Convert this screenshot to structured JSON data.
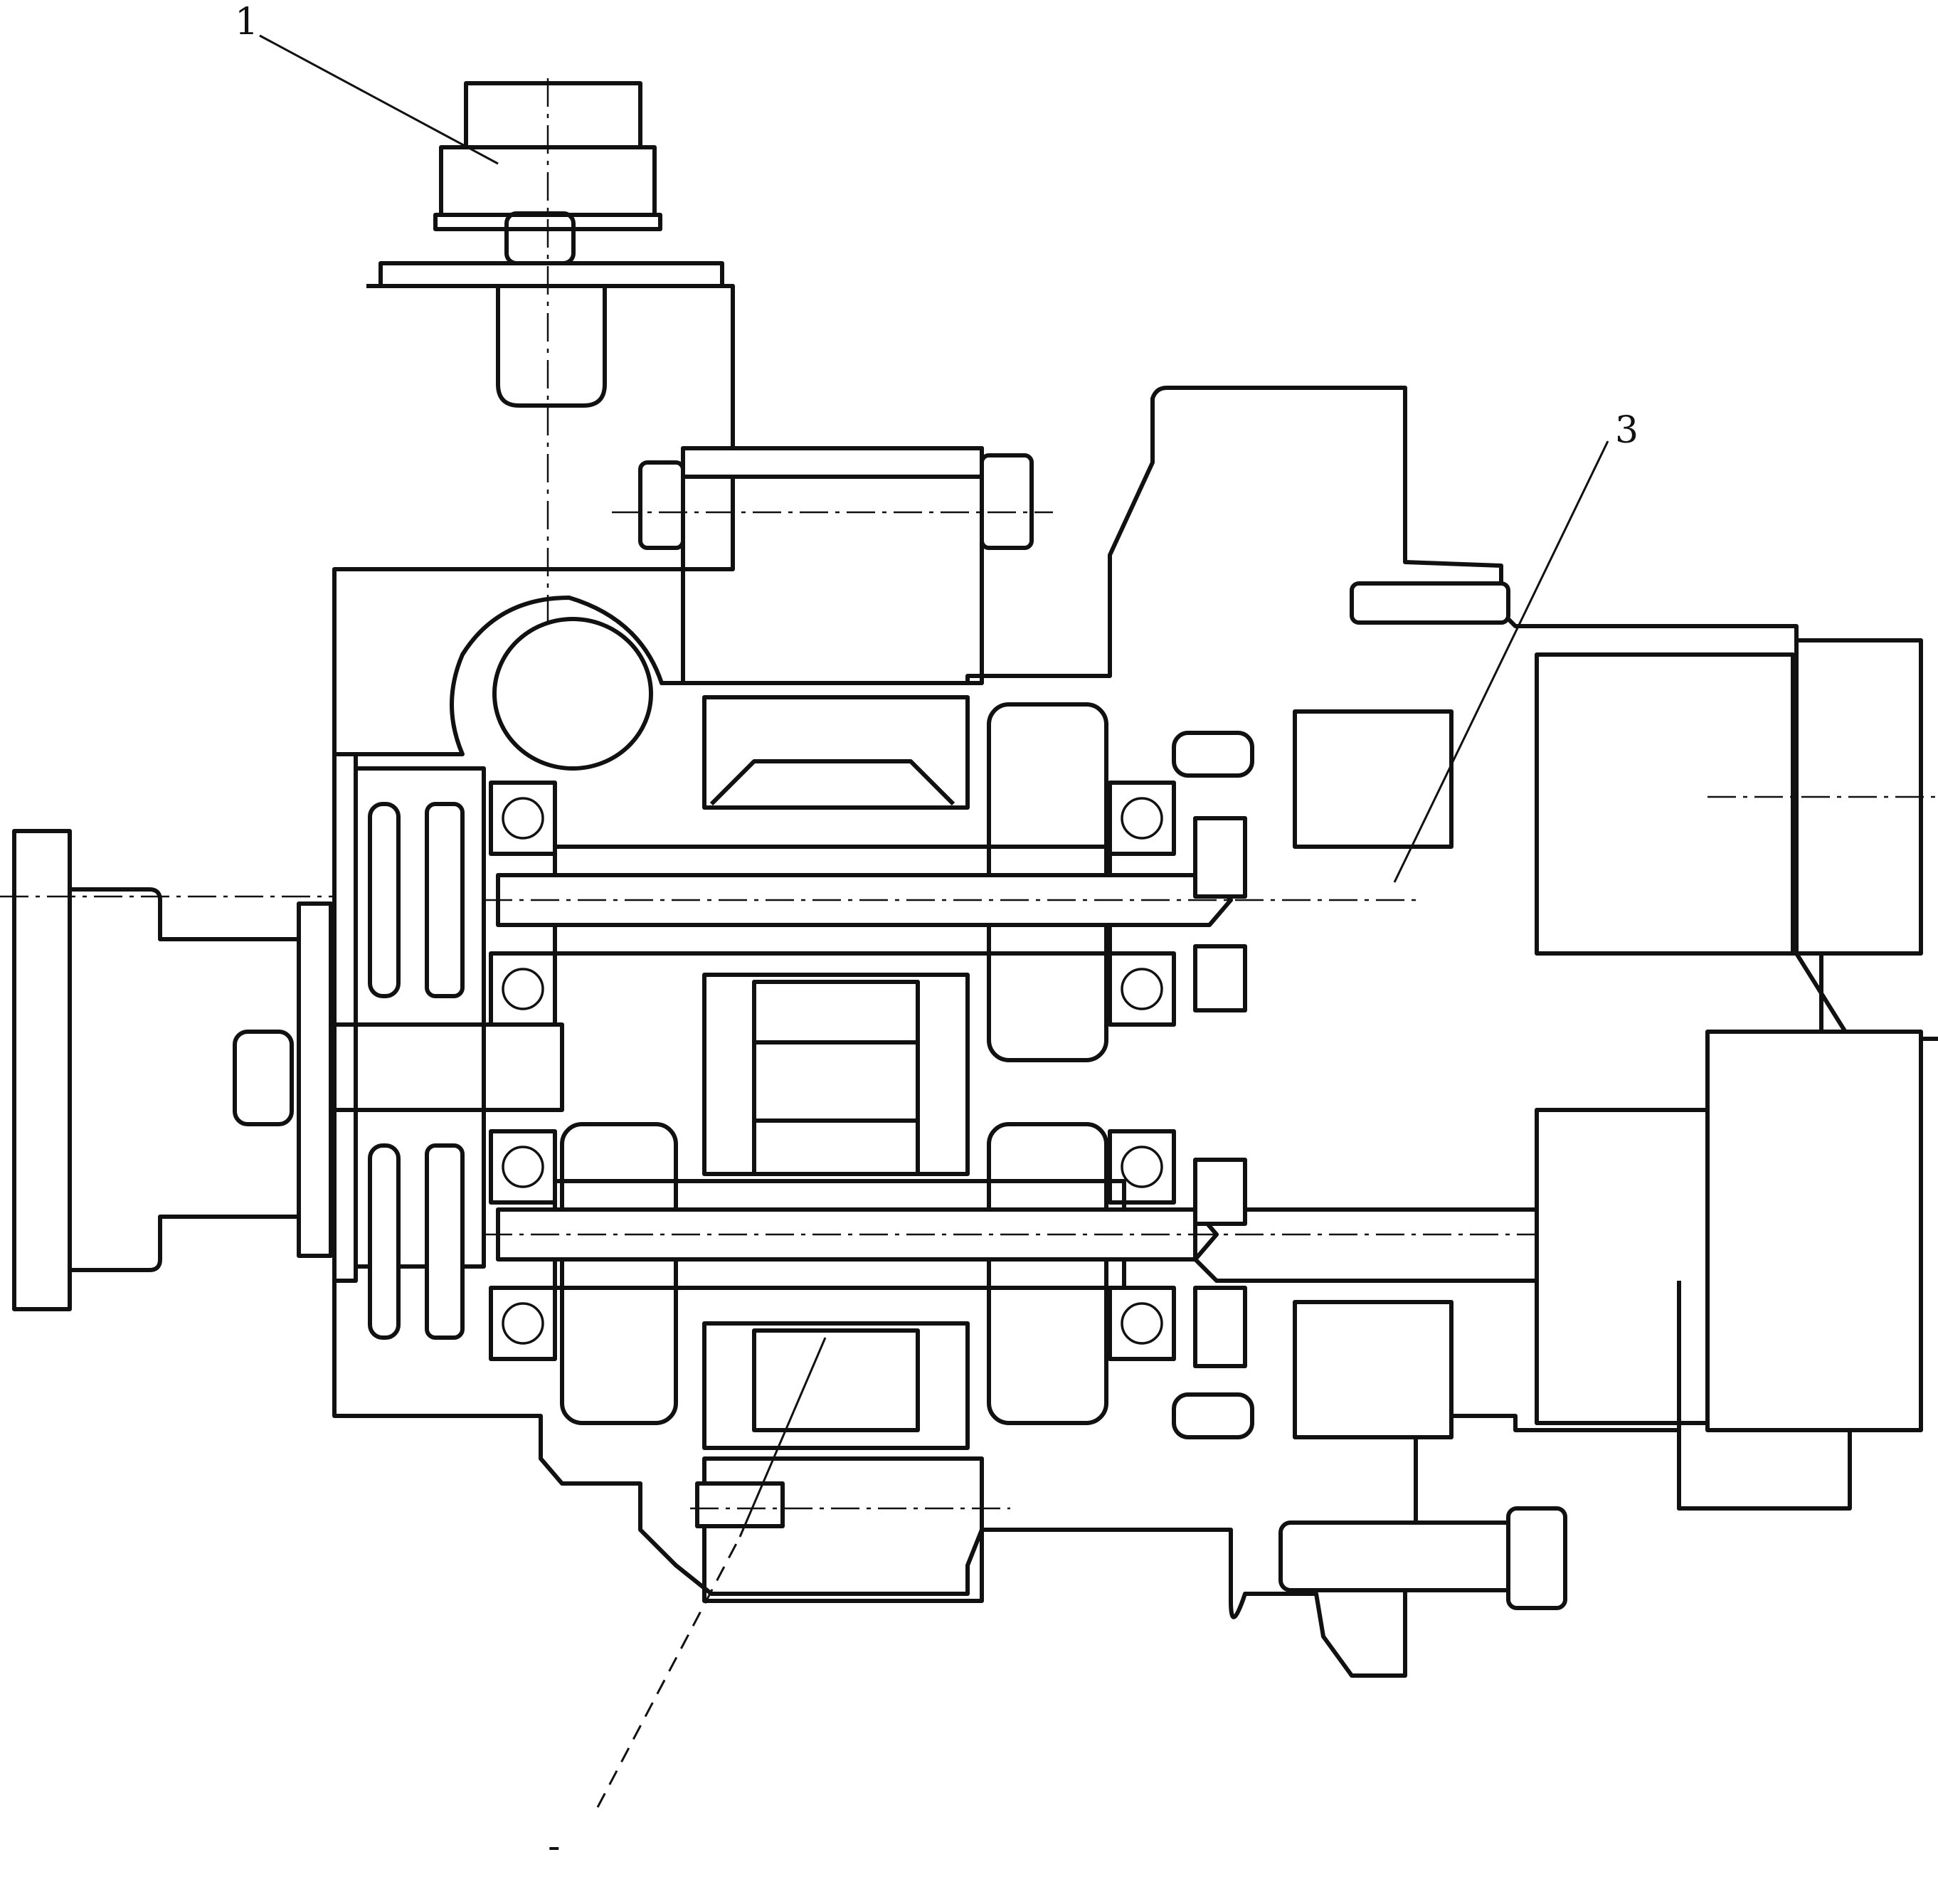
{
  "figure": {
    "callouts": [
      {
        "id": "callout-1",
        "label": "1"
      },
      {
        "id": "callout-3",
        "label": "3"
      },
      {
        "id": "callout-bottom",
        "label": "-"
      }
    ]
  },
  "colors": {
    "ink": "#111111",
    "paper": "#ffffff"
  }
}
